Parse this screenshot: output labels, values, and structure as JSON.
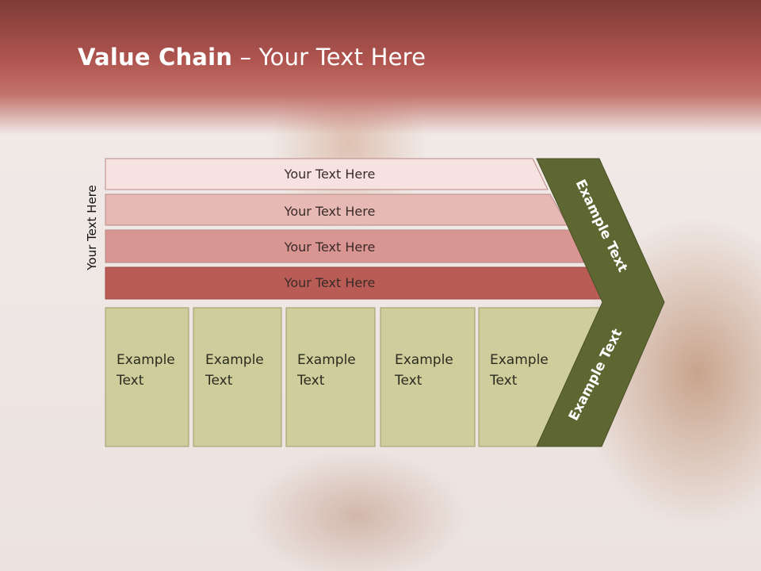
{
  "title": {
    "bold": "Value Chain",
    "rest": " – Your Text Here"
  },
  "side_label": "Your Text Here",
  "bars": [
    {
      "label": "Your Text Here"
    },
    {
      "label": "Your Text Here"
    },
    {
      "label": "Your Text Here"
    },
    {
      "label": "Your Text Here"
    }
  ],
  "boxes": [
    {
      "line1": "Example",
      "line2": "Text"
    },
    {
      "line1": "Example",
      "line2": "Text"
    },
    {
      "line1": "Example",
      "line2": "Text"
    },
    {
      "line1": "Example",
      "line2": "Text"
    },
    {
      "line1": "Example",
      "line2": "Text"
    }
  ],
  "chevron": {
    "top_label": "Example Text",
    "bottom_label": "Example Text"
  },
  "colors": {
    "bar_fills": [
      "#f6e3e1",
      "#e6b9b5",
      "#d89591",
      "#b95c55"
    ],
    "box_fill": "#cfcd9c",
    "chevron_fill": "#5e6632"
  }
}
